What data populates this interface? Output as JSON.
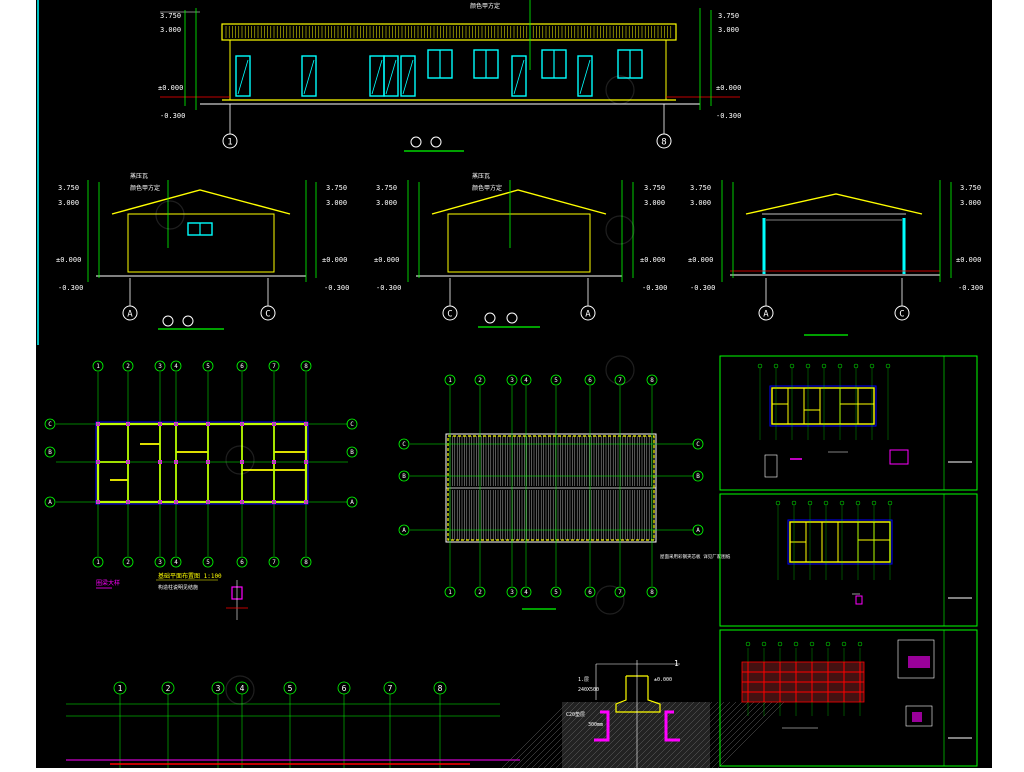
{
  "sheet": {
    "colors": {
      "background": "#000000",
      "page": "#ffffff",
      "dim": "#00ff00",
      "wall": "#ffff00",
      "window": "#00ffff",
      "text": "#ffffff",
      "axis": "#ffffff",
      "red": "#ff0000",
      "magenta": "#ff00ff",
      "blue": "#0000ff"
    }
  },
  "elev_front": {
    "levels": {
      "top": "3.750",
      "eave": "3.000",
      "zero": "±0.000",
      "ground": "-0.300"
    },
    "note": "颜色甲方定",
    "axis_left": "1",
    "axis_right": "8"
  },
  "elev_side1": {
    "levels": {
      "top": "3.750",
      "eave": "3.000",
      "zero": "±0.000",
      "ground": "-0.300"
    },
    "notes": [
      "蒸压瓦",
      "颜色甲方定"
    ],
    "axis_left": "A",
    "axis_right": "C"
  },
  "elev_side2": {
    "levels": {
      "top": "3.750",
      "eave": "3.000",
      "zero": "±0.000",
      "ground": "-0.300"
    },
    "notes": [
      "蒸压瓦",
      "颜色甲方定"
    ],
    "axis_left": "C",
    "axis_right": "A"
  },
  "elev_section": {
    "levels": {
      "top": "3.750",
      "eave": "3.000",
      "zero": "±0.000",
      "ground": "-0.300"
    },
    "axis_left": "A",
    "axis_right": "C"
  },
  "plan_floor": {
    "col_axes": [
      "1",
      "2",
      "3",
      "4",
      "5",
      "6",
      "7",
      "8"
    ],
    "row_axes": [
      "C",
      "B",
      "A"
    ],
    "title": "基础平面布置图 1:100",
    "subtitle": "构造柱说明见结施",
    "detail_label": "圈梁大样"
  },
  "plan_roof": {
    "col_axes": [
      "1",
      "2",
      "3",
      "4",
      "5",
      "6",
      "7",
      "8"
    ],
    "row_axes": [
      "C",
      "B",
      "A"
    ],
    "note_right": "屋面采用彩钢夹芯板 详见厂家图纸"
  },
  "plan_bottom": {
    "col_axes": [
      "1",
      "2",
      "3",
      "4",
      "5",
      "6",
      "7",
      "8"
    ]
  },
  "detail_footing": {
    "labels": [
      "1.层",
      "240X500",
      "±0.000",
      "C20垫层",
      "300mm"
    ],
    "marker": "1"
  }
}
